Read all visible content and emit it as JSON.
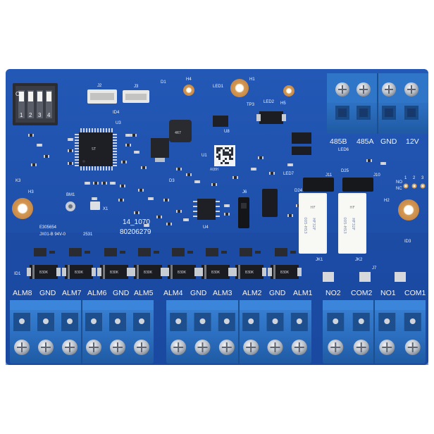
{
  "board": {
    "colors": {
      "pcb": "#1d4fa8",
      "pcb_dark": "#163f8a",
      "copper_pad": "#d9a25a",
      "terminal_blue": "#2f74c6",
      "terminal_shadow": "#1c4f8f",
      "screw": "#c9ced6",
      "chip": "#1e1f24",
      "relay": "#f3f3ef"
    },
    "dip_switch": {
      "on_label": "ON",
      "numbers": [
        "1",
        "2",
        "3",
        "4"
      ]
    },
    "silkscreen": {
      "j2": "J2",
      "j3": "J3",
      "h4": "H4",
      "h1": "H1",
      "h3": "H3",
      "h2": "H2",
      "h5": "H5",
      "d1": "D1",
      "led1": "LED1",
      "led2": "LED2",
      "tp3": "TP3",
      "id4": "ID4",
      "id1": "ID1",
      "id3": "ID3",
      "u3": "U3",
      "u1": "U1",
      "u4": "U4",
      "u8": "U8",
      "d3": "D3",
      "k3": "K3",
      "bm1": "BM1",
      "x1": "X1",
      "j6": "J6",
      "led6": "LED6",
      "led7": "LED7",
      "j10": "J10",
      "j11": "J11",
      "jk1": "JK1",
      "jk2": "JK2",
      "j7": "J7",
      "d25": "D25",
      "d24": "D24",
      "model": "14_1070",
      "part_no": "80206279",
      "cert": "E305654",
      "rating": "JX01-B 94V-0",
      "date": "2531",
      "nc_label": "NC",
      "no_label": "NO",
      "pin_nums": [
        "1",
        "2",
        "3"
      ]
    },
    "relays": [
      {
        "brand": "HF",
        "model": "HF32F",
        "code": "005-HS3"
      },
      {
        "brand": "HF",
        "model": "HF32F",
        "code": "005-HS3"
      }
    ],
    "chips": {
      "mcu": "ST",
      "reg": "4R7",
      "qr": "AQBH"
    },
    "top_terminal_labels": [
      "485B",
      "485A",
      "GND",
      "12V"
    ],
    "bottom_labels": [
      "ALM8",
      "GND",
      "ALM7",
      "ALM6",
      "GND",
      "ALM5",
      "ALM4",
      "GND",
      "ALM3",
      "ALM2",
      "GND",
      "ALM1",
      "NO2",
      "COM2",
      "NO1",
      "COM1"
    ],
    "diode_marks": [
      "B3DK",
      "B3DK",
      "B3DK",
      "B3DK",
      "B3DK",
      "B3DK",
      "B3DK",
      "B3DK"
    ]
  }
}
